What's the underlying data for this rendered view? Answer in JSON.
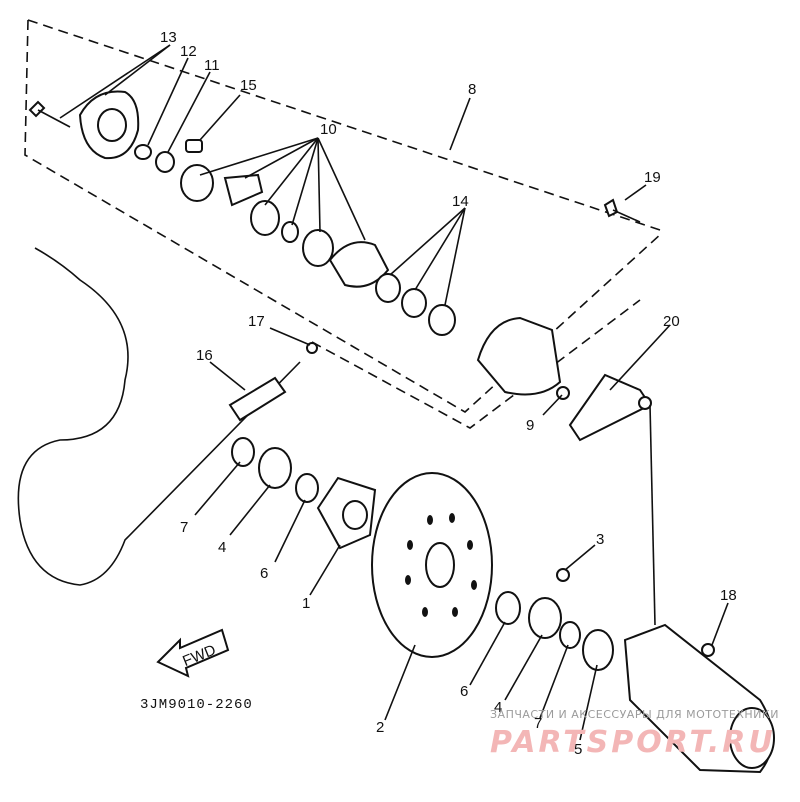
{
  "diagram": {
    "code": "3JM9010-2260",
    "fwd_label": "FWD",
    "part_labels": [
      "13",
      "12",
      "11",
      "15",
      "10",
      "8",
      "19",
      "14",
      "17",
      "20",
      "16",
      "9",
      "7",
      "4",
      "6",
      "1",
      "3",
      "2",
      "18",
      "5"
    ]
  },
  "watermark": {
    "tagline": "ЗАПЧАСТИ И АКСЕССУАРЫ ДЛЯ МОТОТЕХНИКИ",
    "brand": "PARTSPORT.RU",
    "color": "#e88080"
  }
}
